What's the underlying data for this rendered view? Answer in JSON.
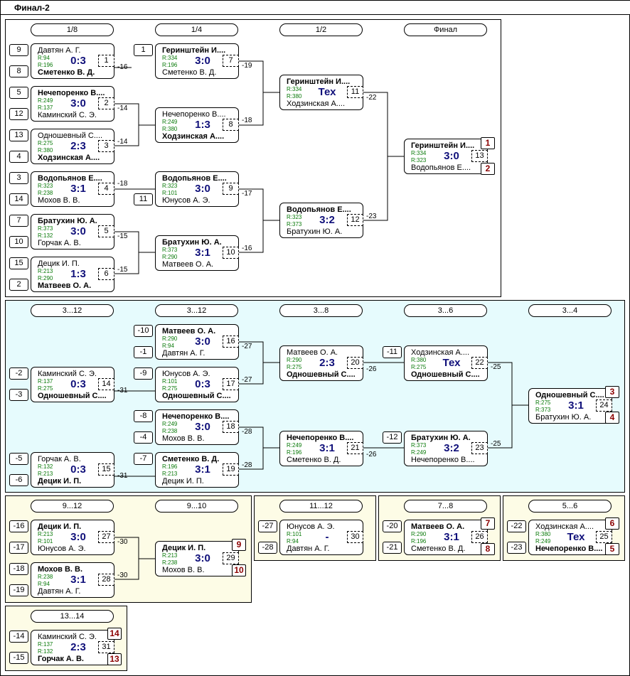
{
  "title": "Финал-2",
  "rounds": {
    "top": [
      "1/8",
      "1/4",
      "1/2",
      "Финал"
    ],
    "cyan": [
      "3...12",
      "3...12",
      "3...8",
      "3...6",
      "3...4"
    ],
    "p912": [
      "9...12",
      "9...10"
    ],
    "p1112": "11...12",
    "p78": "7...8",
    "p56": "5...6",
    "p1314": "13...14"
  },
  "seeds": {
    "s1": "9",
    "s2": "8",
    "s3": "5",
    "s4": "12",
    "s5": "13",
    "s6": "4",
    "s7": "3",
    "s8": "14",
    "s9": "7",
    "s10": "10",
    "s11": "15",
    "s12": "2",
    "q1": "1",
    "q2": "11",
    "c1": "-10",
    "c2": "-1",
    "c3": "-2",
    "c4": "-9",
    "c5": "-3",
    "c6": "-11",
    "c7": "-8",
    "c8": "-4",
    "c9": "-5",
    "c10": "-7",
    "c11": "-12",
    "c12": "-6",
    "y1": "-16",
    "y2": "-17",
    "y3": "-18",
    "y4": "-19",
    "y5": "-27",
    "y6": "-28",
    "y7": "-20",
    "y8": "-21",
    "y9": "-22",
    "y10": "-23",
    "y11": "-14",
    "y12": "-15"
  },
  "matches": {
    "m1": {
      "p1": "Давтян А. Г.",
      "r1": "R:94",
      "p2": "Сметенко В. Д.",
      "r2": "R:196",
      "score": "0:3",
      "num": "1"
    },
    "m2": {
      "p1": "Нечепоренко В....",
      "r1": "R:249",
      "p2": "Каминский С. Э.",
      "r2": "R:137",
      "score": "3:0",
      "num": "2"
    },
    "m3": {
      "p1": "Одношевный С....",
      "r1": "R:275",
      "p2": "Ходзинская А....",
      "r2": "R:380",
      "score": "2:3",
      "num": "3"
    },
    "m4": {
      "p1": "Водопьянов Е....",
      "r1": "R:323",
      "p2": "Мохов В. В.",
      "r2": "R:238",
      "score": "3:1",
      "num": "4"
    },
    "m5": {
      "p1": "Братухин Ю. А.",
      "r1": "R:373",
      "p2": "Горчак А. В.",
      "r2": "R:132",
      "score": "3:0",
      "num": "5"
    },
    "m6": {
      "p1": "Децик И. П.",
      "r1": "R:213",
      "p2": "Матвеев О. А.",
      "r2": "R:290",
      "score": "1:3",
      "num": "6"
    },
    "m7": {
      "p1": "Геринштейн И....",
      "r1": "R:334",
      "p2": "Сметенко В. Д.",
      "r2": "R:196",
      "score": "3:0",
      "num": "7"
    },
    "m8": {
      "p1": "Нечепоренко В....",
      "r1": "R:249",
      "p2": "Ходзинская А....",
      "r2": "R:380",
      "score": "1:3",
      "num": "8"
    },
    "m9": {
      "p1": "Водопьянов Е....",
      "r1": "R:323",
      "p2": "Юнусов А. Э.",
      "r2": "R:101",
      "score": "3:0",
      "num": "9"
    },
    "m10": {
      "p1": "Братухин Ю. А.",
      "r1": "R:373",
      "p2": "Матвеев О. А.",
      "r2": "R:290",
      "score": "3:1",
      "num": "10"
    },
    "m11": {
      "p1": "Геринштейн И....",
      "r1": "R:334",
      "p2": "Ходзинская А....",
      "r2": "R:380",
      "score": "Тех",
      "num": "11"
    },
    "m12": {
      "p1": "Водопьянов Е....",
      "r1": "R:323",
      "p2": "Братухин Ю. А.",
      "r2": "R:373",
      "score": "3:2",
      "num": "12"
    },
    "m13": {
      "p1": "Геринштейн И....",
      "r1": "R:334",
      "p2": "Водопьянов Е....",
      "r2": "R:323",
      "score": "3:0",
      "num": "13"
    },
    "m14": {
      "p1": "Каминский С. Э.",
      "r1": "R:137",
      "p2": "Одношевный С....",
      "r2": "R:275",
      "score": "0:3",
      "num": "14"
    },
    "m15": {
      "p1": "Горчак А. В.",
      "r1": "R:132",
      "p2": "Децик И. П.",
      "r2": "R:213",
      "score": "0:3",
      "num": "15"
    },
    "m16": {
      "p1": "Матвеев О. А.",
      "r1": "R:290",
      "p2": "Давтян А. Г.",
      "r2": "R:94",
      "score": "3:0",
      "num": "16"
    },
    "m17": {
      "p1": "Юнусов А. Э.",
      "r1": "R:101",
      "p2": "Одношевный С....",
      "r2": "R:275",
      "score": "0:3",
      "num": "17"
    },
    "m18": {
      "p1": "Нечепоренко В....",
      "r1": "R:249",
      "p2": "Мохов В. В.",
      "r2": "R:238",
      "score": "3:0",
      "num": "18"
    },
    "m19": {
      "p1": "Сметенко В. Д.",
      "r1": "R:196",
      "p2": "Децик И. П.",
      "r2": "R:213",
      "score": "3:1",
      "num": "19"
    },
    "m20": {
      "p1": "Матвеев О. А.",
      "r1": "R:290",
      "p2": "Одношевный С....",
      "r2": "R:275",
      "score": "2:3",
      "num": "20"
    },
    "m21": {
      "p1": "Нечепоренко В....",
      "r1": "R:249",
      "p2": "Сметенко В. Д.",
      "r2": "R:196",
      "score": "3:1",
      "num": "21"
    },
    "m22": {
      "p1": "Ходзинская А....",
      "r1": "R:380",
      "p2": "Одношевный С....",
      "r2": "R:275",
      "score": "Тех",
      "num": "22"
    },
    "m23": {
      "p1": "Братухин Ю. А.",
      "r1": "R:373",
      "p2": "Нечепоренко В....",
      "r2": "R:249",
      "score": "3:2",
      "num": "23"
    },
    "m24": {
      "p1": "Одношевный С....",
      "r1": "R:275",
      "p2": "Братухин Ю. А.",
      "r2": "R:373",
      "score": "3:1",
      "num": "24"
    },
    "m25": {
      "p1": "Ходзинская А....",
      "r1": "R:380",
      "p2": "Нечепоренко В....",
      "r2": "R:249",
      "score": "Тех",
      "num": "25"
    },
    "m26": {
      "p1": "Матвеев О. А.",
      "r1": "R:290",
      "p2": "Сметенко В. Д.",
      "r2": "R:196",
      "score": "3:1",
      "num": "26"
    },
    "m27": {
      "p1": "Децик И. П.",
      "r1": "R:213",
      "p2": "Юнусов А. Э.",
      "r2": "R:101",
      "score": "3:0",
      "num": "27"
    },
    "m28": {
      "p1": "Мохов В. В.",
      "r1": "R:238",
      "p2": "Давтян А. Г.",
      "r2": "R:94",
      "score": "3:1",
      "num": "28"
    },
    "m29": {
      "p1": "Децик И. П.",
      "r1": "R:213",
      "p2": "Мохов В. В.",
      "r2": "R:238",
      "score": "3:0",
      "num": "29"
    },
    "m30": {
      "p1": "Юнусов А. Э.",
      "r1": "R:101",
      "p2": "Давтян А. Г.",
      "r2": "R:94",
      "score": "-",
      "num": "30"
    },
    "m31": {
      "p1": "Каминский С. Э.",
      "r1": "R:137",
      "p2": "Горчак А. В.",
      "r2": "R:132",
      "score": "2:3",
      "num": "31"
    }
  },
  "labels": {
    "l1": "-16",
    "l2": "-14",
    "l3": "-14",
    "l4": "-18",
    "l5": "-15",
    "l6": "-15",
    "l7": "-19",
    "l8": "-18",
    "l9": "-17",
    "l10": "-16",
    "l11": "-22",
    "l12": "-23",
    "l14": "-31",
    "l15": "-31",
    "l16": "-27",
    "l17": "-27",
    "l18": "-28",
    "l19": "-28",
    "l20": "-26",
    "l21": "-26",
    "l22": "-25",
    "l23": "-25",
    "l27": "-30",
    "l28": "-30"
  },
  "places": {
    "f1": "1",
    "f2": "2",
    "c3": "3",
    "c4": "4",
    "n9": "9",
    "n10": "10",
    "s7": "7",
    "s8": "8",
    "s5": "5",
    "s6": "6",
    "t14": "14",
    "t13": "13"
  }
}
